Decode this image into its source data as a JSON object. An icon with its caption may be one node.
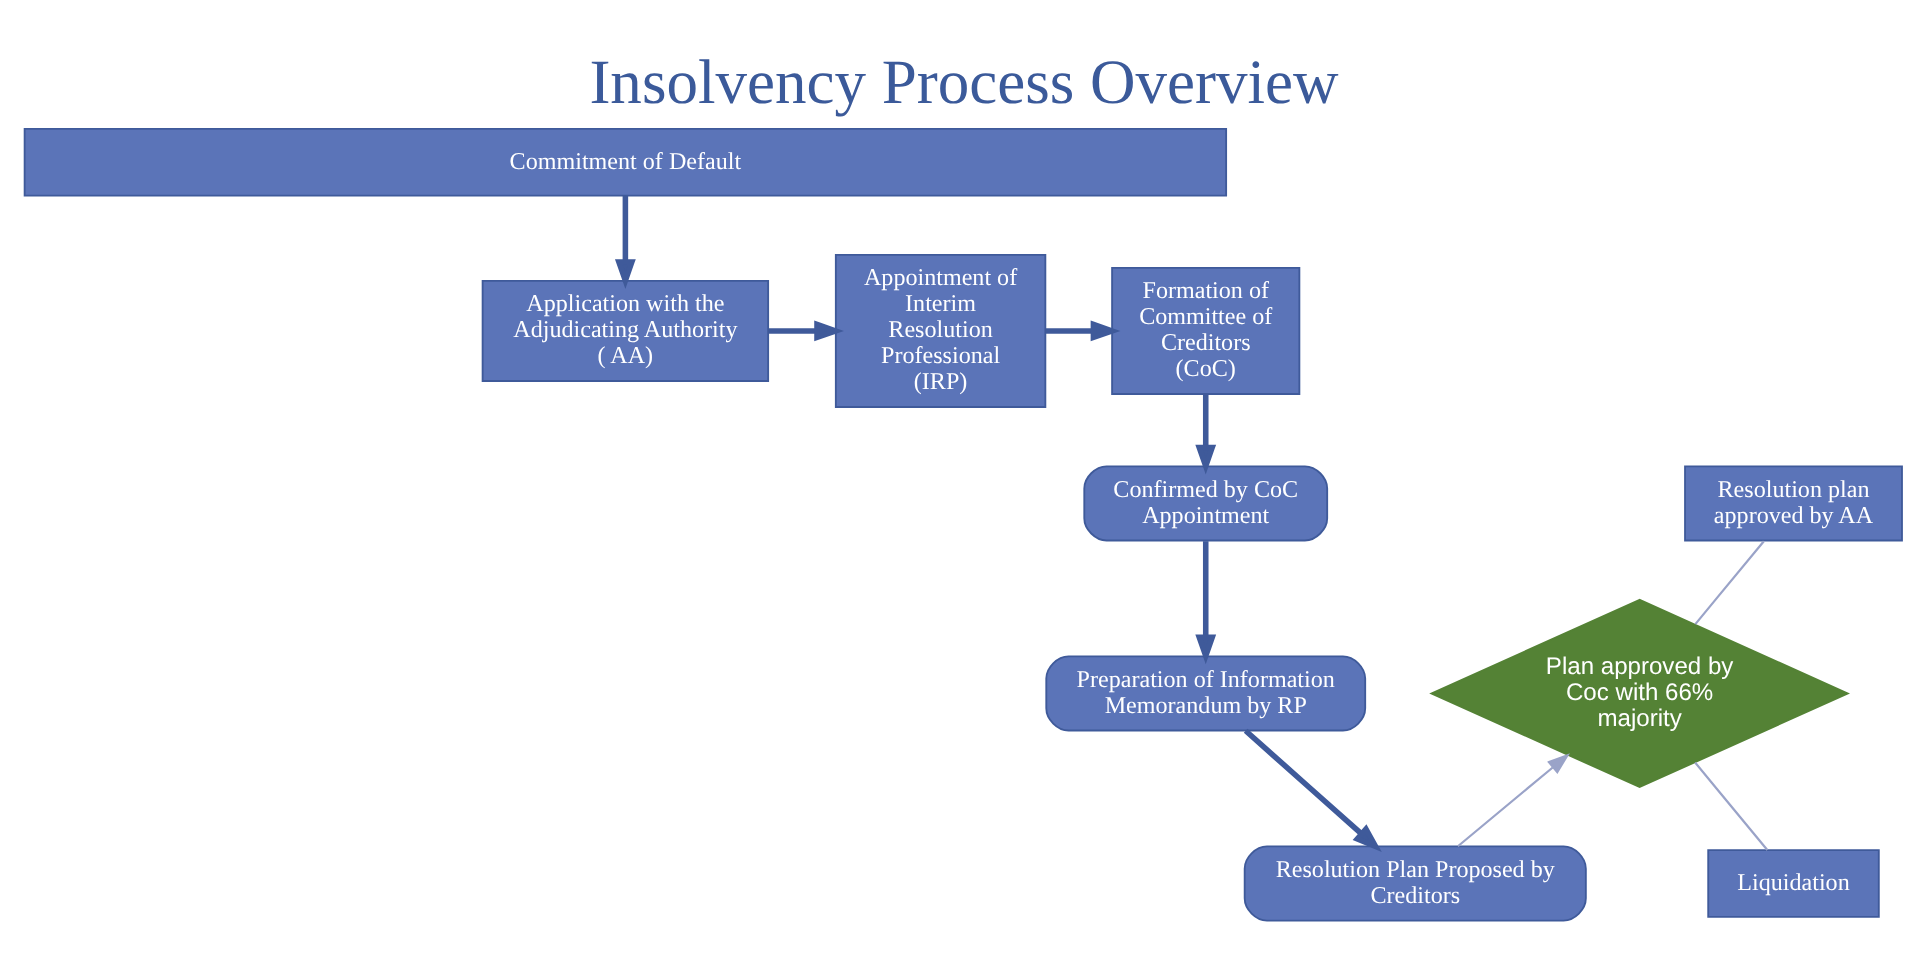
{
  "diagram": {
    "title": "Insolvency Process Overview",
    "nodes": [
      {
        "text": [
          "Commitment of Default"
        ]
      },
      {
        "text": [
          "Application with the Adjudicating Authority ( AA)"
        ]
      },
      {
        "text": [
          "Appointment of Interim Resolution Professional (IRP)"
        ]
      },
      {
        "text": [
          "Formation of Committee of Creditors (CoC)"
        ]
      },
      {
        "text": [
          "Confirmed by CoC Appointment"
        ]
      },
      {
        "text": [
          "Resolution plan approved by AA"
        ]
      },
      {
        "text": [
          "Plan approved by Coc with 66% majority"
        ]
      },
      {
        "text": [
          "Preparation of Information Memorandum by RP"
        ]
      },
      {
        "text": [
          "Liquidation"
        ]
      },
      {
        "text": [
          "Resolution Plan Proposed by Creditors"
        ]
      }
    ],
    "edges": [
      {
        "from": 0,
        "to": 1,
        "arrow": "to"
      },
      {
        "from": 1,
        "to": 2,
        "arrow": "to"
      },
      {
        "from": 2,
        "to": 3,
        "arrow": "to"
      },
      {
        "from": 3,
        "to": 4,
        "arrow": "to"
      },
      {
        "from": 4,
        "to": 7,
        "arrow": "to"
      },
      {
        "from": 7,
        "to": 9,
        "arrow": "to"
      },
      {
        "from": 9,
        "to": 6,
        "arrow": "to",
        "color": "#9aa3c8"
      },
      {
        "from": 6,
        "to": 5,
        "arrow": "none",
        "color": "#9aa3c8"
      },
      {
        "from": 6,
        "to": 8,
        "arrow": "none",
        "color": "#9aa3c8"
      }
    ]
  }
}
